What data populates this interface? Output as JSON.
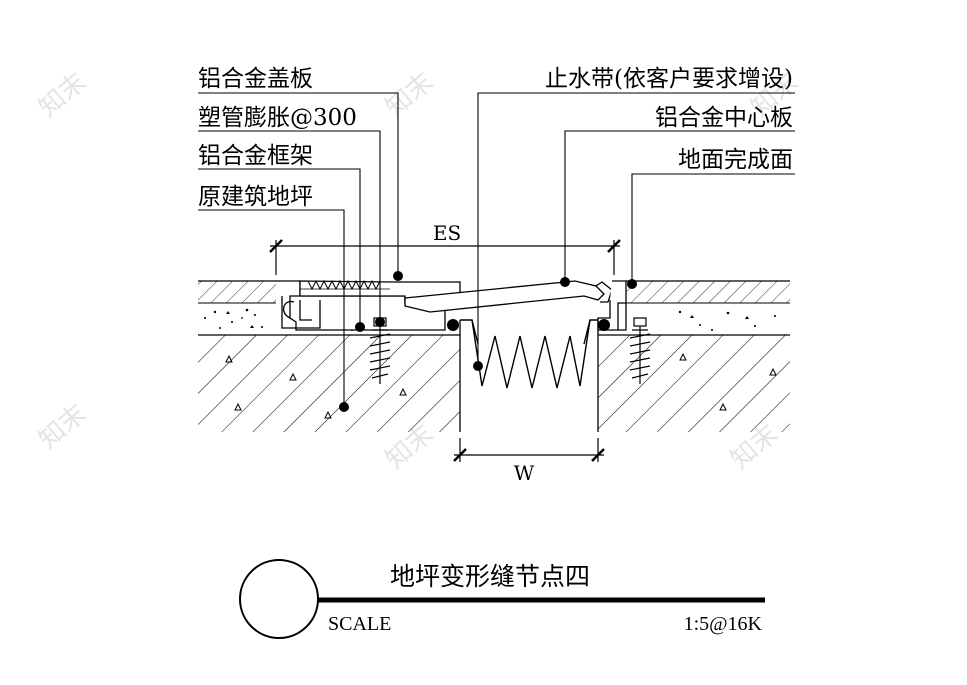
{
  "labels": {
    "cover_plate": "铝合金盖板",
    "plastic_anchor": "塑管膨胀@300",
    "frame": "铝合金框架",
    "original_slab": "原建筑地坪",
    "waterstop": "止水带(依客户要求增设)",
    "center_plate": "铝合金中心板",
    "finished_floor": "地面完成面"
  },
  "dimensions": {
    "es": "ES",
    "w": "W"
  },
  "title_block": {
    "title": "地坪变形缝节点四",
    "scale_label": "SCALE",
    "scale_value": "1:5@16K"
  },
  "watermark": {
    "text": "知末"
  }
}
